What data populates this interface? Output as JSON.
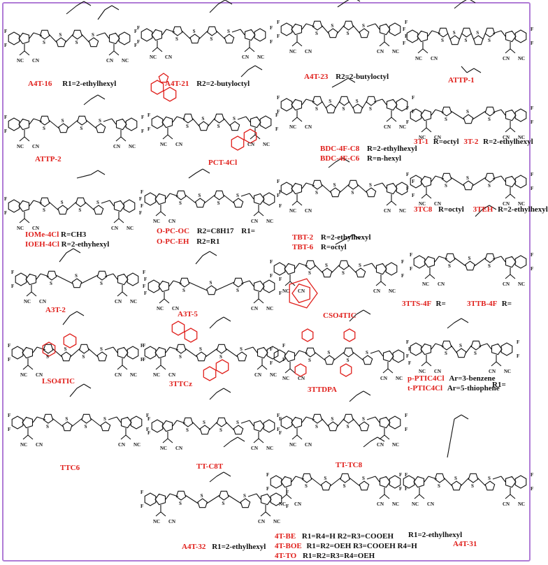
{
  "colors": {
    "frame": "#b07cd6",
    "name": "#e0201c",
    "bond": "#111111",
    "highlight": "#e0201c"
  },
  "compounds": [
    {
      "name": "A4T-16",
      "note": "R1=2-ethylhexyl"
    },
    {
      "name": "A4T-21",
      "note": "R2=2-butyloctyl"
    },
    {
      "name": "A4T-23",
      "note": "R2=2-butyloctyl"
    },
    {
      "name": "ATTP-1",
      "note": ""
    },
    {
      "name": "ATTP-2",
      "note": ""
    },
    {
      "name": "PCT-4Cl",
      "note": ""
    },
    {
      "name": "BDC-4F-C8",
      "note": "R=2-ethylhexyl"
    },
    {
      "name": "BDC-4F-C6",
      "note": "R=n-hexyl"
    },
    {
      "name": "3T-1",
      "note": "R=octyl"
    },
    {
      "name": "3T-2",
      "note": "R=2-ethylhexyl"
    },
    {
      "name": "3TC8",
      "note": "R=octyl"
    },
    {
      "name": "3TEH",
      "note": "R=2-ethylhexyl"
    },
    {
      "name": "IOMe-4Cl",
      "note": "R=CH3"
    },
    {
      "name": "IOEH-4Cl",
      "note": "R=2-ethyhexyl"
    },
    {
      "name": "O-PC-OC",
      "note": "R2=C8H17"
    },
    {
      "name": "O-PC-EH",
      "note": "R2=R1"
    },
    {
      "name": "TBT-2",
      "note": "R=2-ethylhexyl"
    },
    {
      "name": "TBT-6",
      "note": "R=octyl"
    },
    {
      "name": "3TTS-4F",
      "note": "R="
    },
    {
      "name": "3TTB-4F",
      "note": "R="
    },
    {
      "name": "A3T-2",
      "note": ""
    },
    {
      "name": "A3T-5",
      "note": ""
    },
    {
      "name": "CSO4TIC",
      "note": ""
    },
    {
      "name": "LSO4TIC",
      "note": ""
    },
    {
      "name": "3TTCz",
      "note": ""
    },
    {
      "name": "3TTDPA",
      "note": ""
    },
    {
      "name": "p-PTIC4Cl",
      "note": "Ar=3-benzene"
    },
    {
      "name": "t-PTIC4Cl",
      "note": "Ar=5-thiophene"
    },
    {
      "name": "TTC6",
      "note": ""
    },
    {
      "name": "TT-C8T",
      "note": ""
    },
    {
      "name": "TT-TC8",
      "note": ""
    },
    {
      "name": "A4T-31",
      "note": "R1=2-ethylhexyl"
    },
    {
      "name": "A4T-32",
      "note": "R1=2-ethylhexyl"
    },
    {
      "name": "4T-BE",
      "note": "R1=R4=H   R2=R3=COOEH"
    },
    {
      "name": "4T-BOE",
      "note": "R1=R2=OEH  R3=COOEH  R4=H"
    },
    {
      "name": "4T-TO",
      "note": "R1=R2=R3=R4=OEH"
    }
  ],
  "extras": {
    "o_pc_r1": "R1=",
    "ar_r1": "R1="
  }
}
